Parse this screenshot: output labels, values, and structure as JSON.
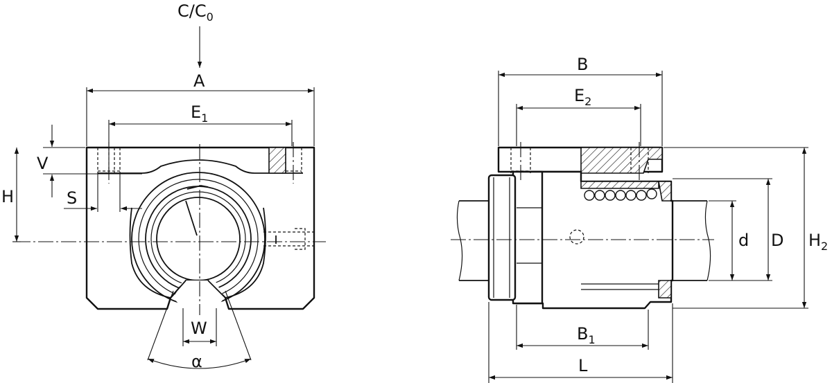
{
  "front_view": {
    "load_label": {
      "main": "C/C",
      "sub": "0"
    },
    "A": "A",
    "E1": {
      "main": "E",
      "sub": "1"
    },
    "V": "V",
    "H": "H",
    "S": "S",
    "W": "W",
    "alpha": "α"
  },
  "side_view": {
    "B": "B",
    "E2": {
      "main": "E",
      "sub": "2"
    },
    "d": "d",
    "D": "D",
    "H2": {
      "main": "H",
      "sub": "2"
    },
    "B1": {
      "main": "B",
      "sub": "1"
    },
    "L": "L"
  }
}
